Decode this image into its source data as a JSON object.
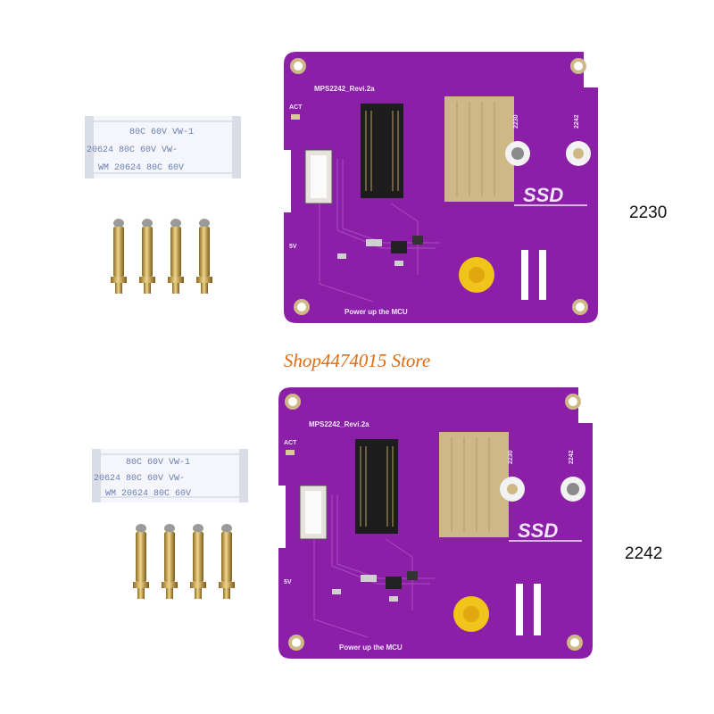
{
  "store_name": "Shop4474015 Store",
  "colors": {
    "pcb": "#8c1fa7",
    "pcb_dark": "#6e148a",
    "pad_gold": "#cdb886",
    "brass": "#c9a24a",
    "store_text": "#e06a10"
  },
  "variants": [
    {
      "size_label": "2230",
      "board": {
        "model": "MPS2242_Revi.2a",
        "act_label": "ACT",
        "power_label": "5V",
        "slot_2230": "2230",
        "slot_2242": "2242",
        "ssd_label": "SSD",
        "footer": "Power up the MCU"
      },
      "ribbon_cable": {
        "row1": "80C  60V  VW-1",
        "row2": "20624  80C  60V  VW-",
        "row3": "WM  20624  80C  60V"
      },
      "standoff_count": 4
    },
    {
      "size_label": "2242",
      "board": {
        "model": "MPS2242_Revi.2a",
        "act_label": "ACT",
        "power_label": "5V",
        "slot_2230": "2230",
        "slot_2242": "2242",
        "ssd_label": "SSD",
        "footer": "Power up the MCU"
      },
      "ribbon_cable": {
        "row1": "80C  60V  VW-1",
        "row2": "20624  80C  60V  VW-",
        "row3": "WM  20624  80C  60V"
      },
      "standoff_count": 4
    }
  ]
}
